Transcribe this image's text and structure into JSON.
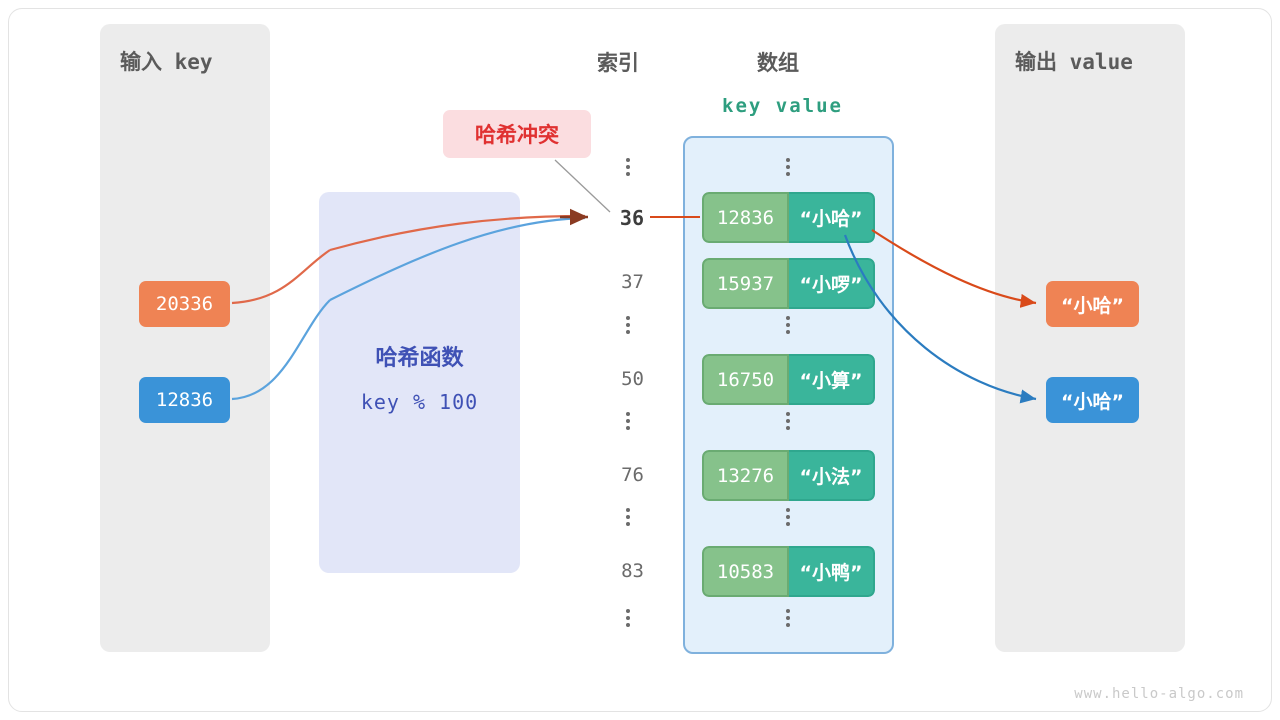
{
  "diagram": {
    "watermark": "www.hello-algo.com",
    "panels": {
      "input": {
        "title": "输入 key"
      },
      "output": {
        "title": "输出 value"
      }
    },
    "labels": {
      "index_column": "索引",
      "array_column": "数组",
      "kv_header": "key  value"
    },
    "hash_function": {
      "title": "哈希函数",
      "expression": "key % 100"
    },
    "callout": {
      "text": "哈希冲突",
      "color": "#e03131",
      "background": "#fbdde0"
    },
    "inputs": [
      {
        "value": "20336",
        "color": "#ef8354"
      },
      {
        "value": "12836",
        "color": "#3a93d8"
      }
    ],
    "outputs": [
      {
        "value": "“小哈”",
        "color": "#ef8354"
      },
      {
        "value": "“小哈”",
        "color": "#3a93d8"
      }
    ],
    "rows": [
      {
        "type": "dots"
      },
      {
        "type": "entry",
        "index": "36",
        "highlight": true,
        "key": "12836",
        "value": "“小哈”"
      },
      {
        "type": "entry",
        "index": "37",
        "highlight": false,
        "key": "15937",
        "value": "“小啰”"
      },
      {
        "type": "dots"
      },
      {
        "type": "entry",
        "index": "50",
        "highlight": false,
        "key": "16750",
        "value": "“小算”"
      },
      {
        "type": "dots"
      },
      {
        "type": "entry",
        "index": "76",
        "highlight": false,
        "key": "13276",
        "value": "“小法”"
      },
      {
        "type": "dots"
      },
      {
        "type": "entry",
        "index": "83",
        "highlight": false,
        "key": "10583",
        "value": "“小鸭”"
      },
      {
        "type": "dots"
      }
    ],
    "colors": {
      "key_cell": "#86c28b",
      "value_cell": "#3ab59b",
      "array_bg": "#e3f0fb",
      "array_border": "#7fb1dd",
      "panel_bg": "#ececec",
      "hash_bg": "#e2e6f8",
      "hash_text": "#3f51b5",
      "kv_header": "#2e9e7f"
    }
  }
}
